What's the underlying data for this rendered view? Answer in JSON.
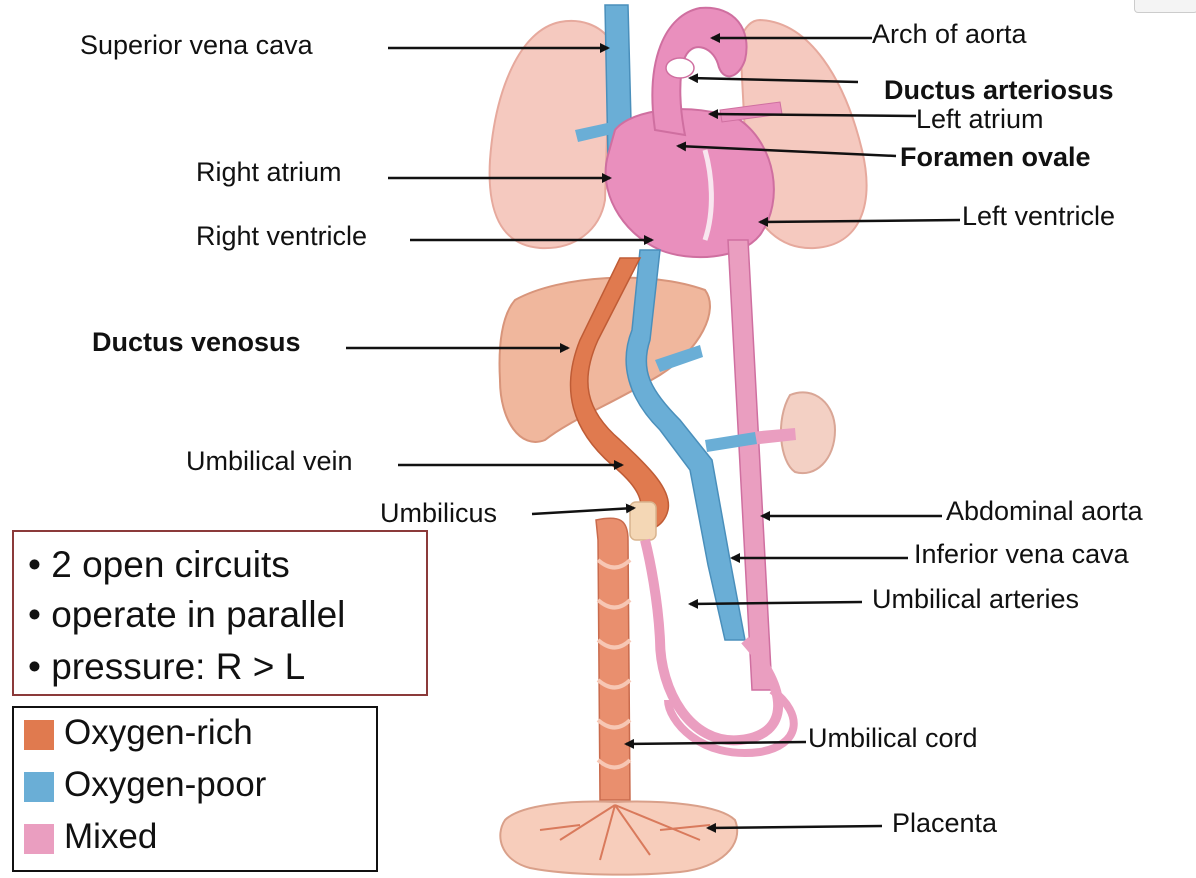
{
  "labels": {
    "superior_vena_cava": "Superior vena cava",
    "arch_of_aorta": "Arch of aorta",
    "ductus_arteriosus": "Ductus arteriosus",
    "left_atrium": "Left atrium",
    "foramen_ovale": "Foramen ovale",
    "right_atrium": "Right atrium",
    "left_ventricle": "Left ventricle",
    "right_ventricle": "Right ventricle",
    "ductus_venosus": "Ductus venosus",
    "umbilical_vein": "Umbilical vein",
    "umbilicus": "Umbilicus",
    "abdominal_aorta": "Abdominal aorta",
    "inferior_vena_cava": "Inferior vena cava",
    "umbilical_arteries": "Umbilical arteries",
    "umbilical_cord": "Umbilical cord",
    "placenta": "Placenta"
  },
  "notes": [
    "• 2 open circuits",
    "• operate in parallel",
    "• pressure: R > L"
  ],
  "legend": [
    {
      "label": "Oxygen-rich",
      "color": "#e07a4f"
    },
    {
      "label": "Oxygen-poor",
      "color": "#6aaed6"
    },
    {
      "label": "Mixed",
      "color": "#ea9ec0"
    }
  ],
  "colors": {
    "oxygen_rich": "#e07a4f",
    "oxygen_poor": "#6aaed6",
    "mixed": "#ea9ec0",
    "lung": "#f5c9bf",
    "liver": "#f0b79d",
    "heart": "#e98fbd",
    "placenta": "#f7cdbb"
  }
}
